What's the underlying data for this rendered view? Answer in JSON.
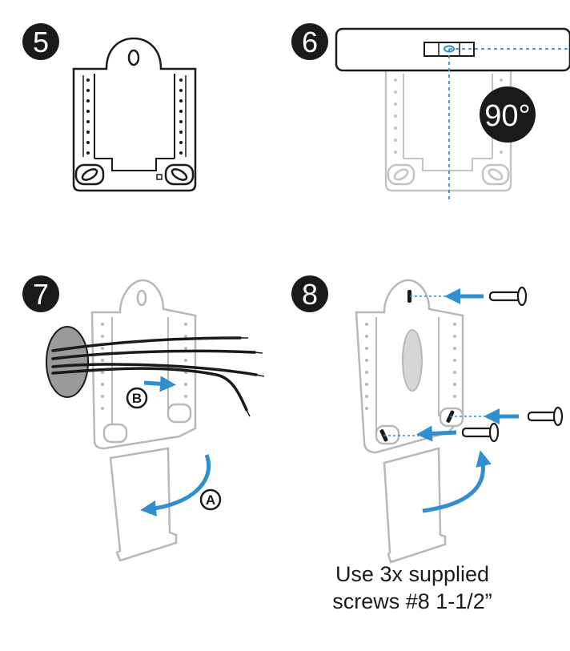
{
  "steps": {
    "s5": "5",
    "s6": "6",
    "s7": "7",
    "s8": "8"
  },
  "angle_label": "90°",
  "callouts": {
    "a": "A",
    "b": "B"
  },
  "caption": {
    "line1": "Use 3x supplied",
    "line2": "screws #8 1-1/2”"
  },
  "colors": {
    "outline": "#1a1a1a",
    "faded": "#c4c4c4",
    "accent": "#2f8fcf",
    "badge": "#1a1a1a",
    "wall": "#9a9a9a"
  },
  "icons": [
    "level-icon",
    "screw-icon",
    "arrow-icon",
    "wire-icon"
  ]
}
